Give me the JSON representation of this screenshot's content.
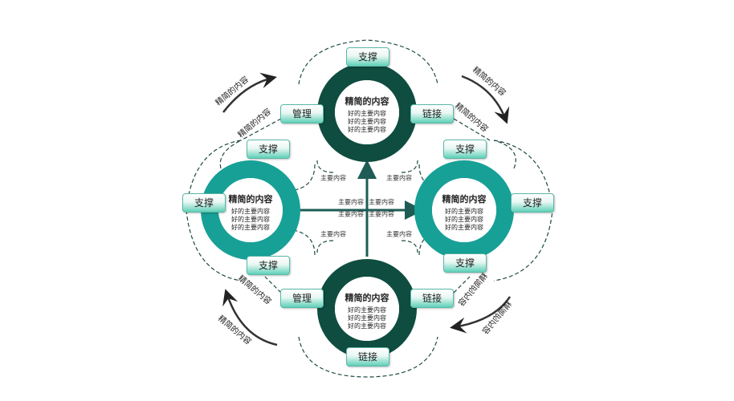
{
  "colors": {
    "dark": "#0f4d40",
    "teal": "#17a096",
    "line": "#1e5c55"
  },
  "hubs": [
    {
      "title": "精简的内容",
      "lines": [
        "好的主要内容",
        "好的主要内容",
        "好的主要内容"
      ]
    },
    {
      "title": "精简的内容",
      "lines": [
        "好的主要内容",
        "好的主要内容",
        "好的主要内容"
      ]
    },
    {
      "title": "精简的内容",
      "lines": [
        "好的主要内容",
        "好的主要内容",
        "好的主要内容"
      ]
    },
    {
      "title": "精简的内容",
      "lines": [
        "好的主要内容",
        "好的主要内容",
        "好的主要内容"
      ]
    }
  ],
  "labels": [
    "支撑",
    "管理",
    "链接",
    "支撑",
    "支撑",
    "支撑",
    "支撑",
    "支撑",
    "支撑",
    "管理",
    "链接",
    "链接"
  ],
  "small_labels": [
    "主要内容",
    "主要内容",
    "主要内容",
    "主要内容",
    "主要内容",
    "主要内容",
    "主要内容",
    "主要内容"
  ],
  "captions": [
    "精简的内容",
    "精简的内容",
    "精简的内容",
    "精简的内容",
    "精简的内容",
    "精简的内容",
    "精简的内容",
    "精简的内容"
  ]
}
